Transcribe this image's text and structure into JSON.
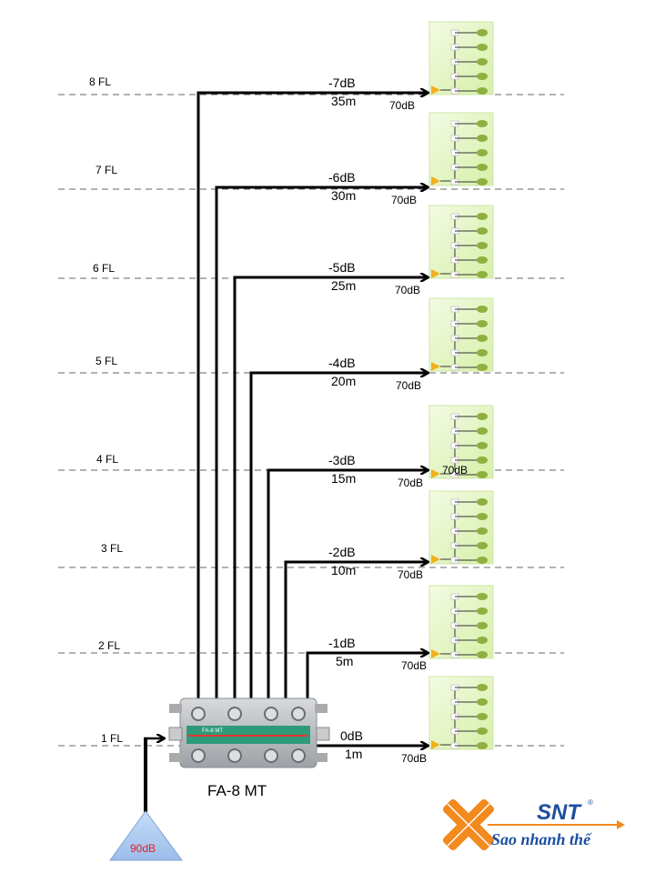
{
  "diagram": {
    "splitter": {
      "model": "FA-8 MT",
      "body_text": "FA-8 MT"
    },
    "source": {
      "level": "90dB",
      "color": "#e02020"
    },
    "floors": [
      {
        "floor": "1 FL",
        "loss": "0dB",
        "distance": "1m",
        "output": "70dB"
      },
      {
        "floor": "2 FL",
        "loss": "-1dB",
        "distance": "5m",
        "output": "70dB"
      },
      {
        "floor": "3 FL",
        "loss": "-2dB",
        "distance": "10m",
        "output": "70dB"
      },
      {
        "floor": "4 FL",
        "loss": "-3dB",
        "distance": "15m",
        "output": "70dB"
      },
      {
        "floor": "5 FL",
        "loss": "-4dB",
        "distance": "20m",
        "output": "70dB"
      },
      {
        "floor": "6 FL",
        "loss": "-5dB",
        "distance": "25m",
        "output": "70dB"
      },
      {
        "floor": "7 FL",
        "loss": "-6dB",
        "distance": "30m",
        "output": "70dB"
      },
      {
        "floor": "8 FL",
        "loss": "-7dB",
        "distance": "35m",
        "output": "70dB"
      }
    ],
    "inner_panel_label": "70dB"
  },
  "logo": {
    "brand": "SNT",
    "registered": "®",
    "tagline": "Sao nhanh thế",
    "orange": "#f28a1e",
    "blue": "#1c4fa0"
  },
  "colors": {
    "panel_bg": "#e6f5c8",
    "outlet": "#8fb040",
    "line": "#000000",
    "dash": "#666666",
    "triangle": "#a9c8ef"
  }
}
